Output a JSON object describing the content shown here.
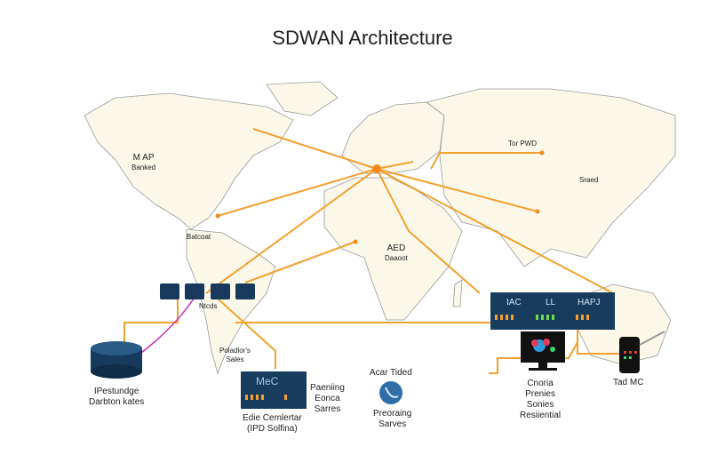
{
  "title": "SDWAN Architecture",
  "colors": {
    "link": "#f2a12e",
    "device": "#173a5c",
    "land": "#fbf8ea",
    "border": "#9a9a9a",
    "alt_link": "#c52bb5"
  },
  "map_labels": {
    "north_america": [
      "M AP",
      "Banked"
    ],
    "central_america": "Batcoat",
    "asia_north": "Tor PWD",
    "asia_east": "Sraed",
    "africa": [
      "AED",
      "Daaoot"
    ]
  },
  "devices": {
    "switch_labels": [
      "",
      "",
      "",
      ""
    ],
    "switch_group_label": "Ntcds",
    "south_label": [
      "Poladlor's",
      "Sales"
    ],
    "database_label": [
      "IPestundge",
      "Darbton kates"
    ],
    "edge_server_label": [
      "Edie Cemlertar",
      "(IPD Solfina)"
    ],
    "edge_server_screen": "MeC",
    "edge_side_label": [
      "Paeniing",
      "Eonca",
      "Sarres"
    ],
    "cloud_top_label": "Acar Tided",
    "cloud_bottom_label": [
      "Preoraing",
      "Sarves"
    ],
    "rack_screens": [
      "IAC",
      "LL",
      "HAPJ"
    ],
    "monitor_label": [
      "Cnoria",
      "Prenies",
      "Sonies",
      "Resiiential"
    ],
    "phone_label": "Tad MC"
  }
}
